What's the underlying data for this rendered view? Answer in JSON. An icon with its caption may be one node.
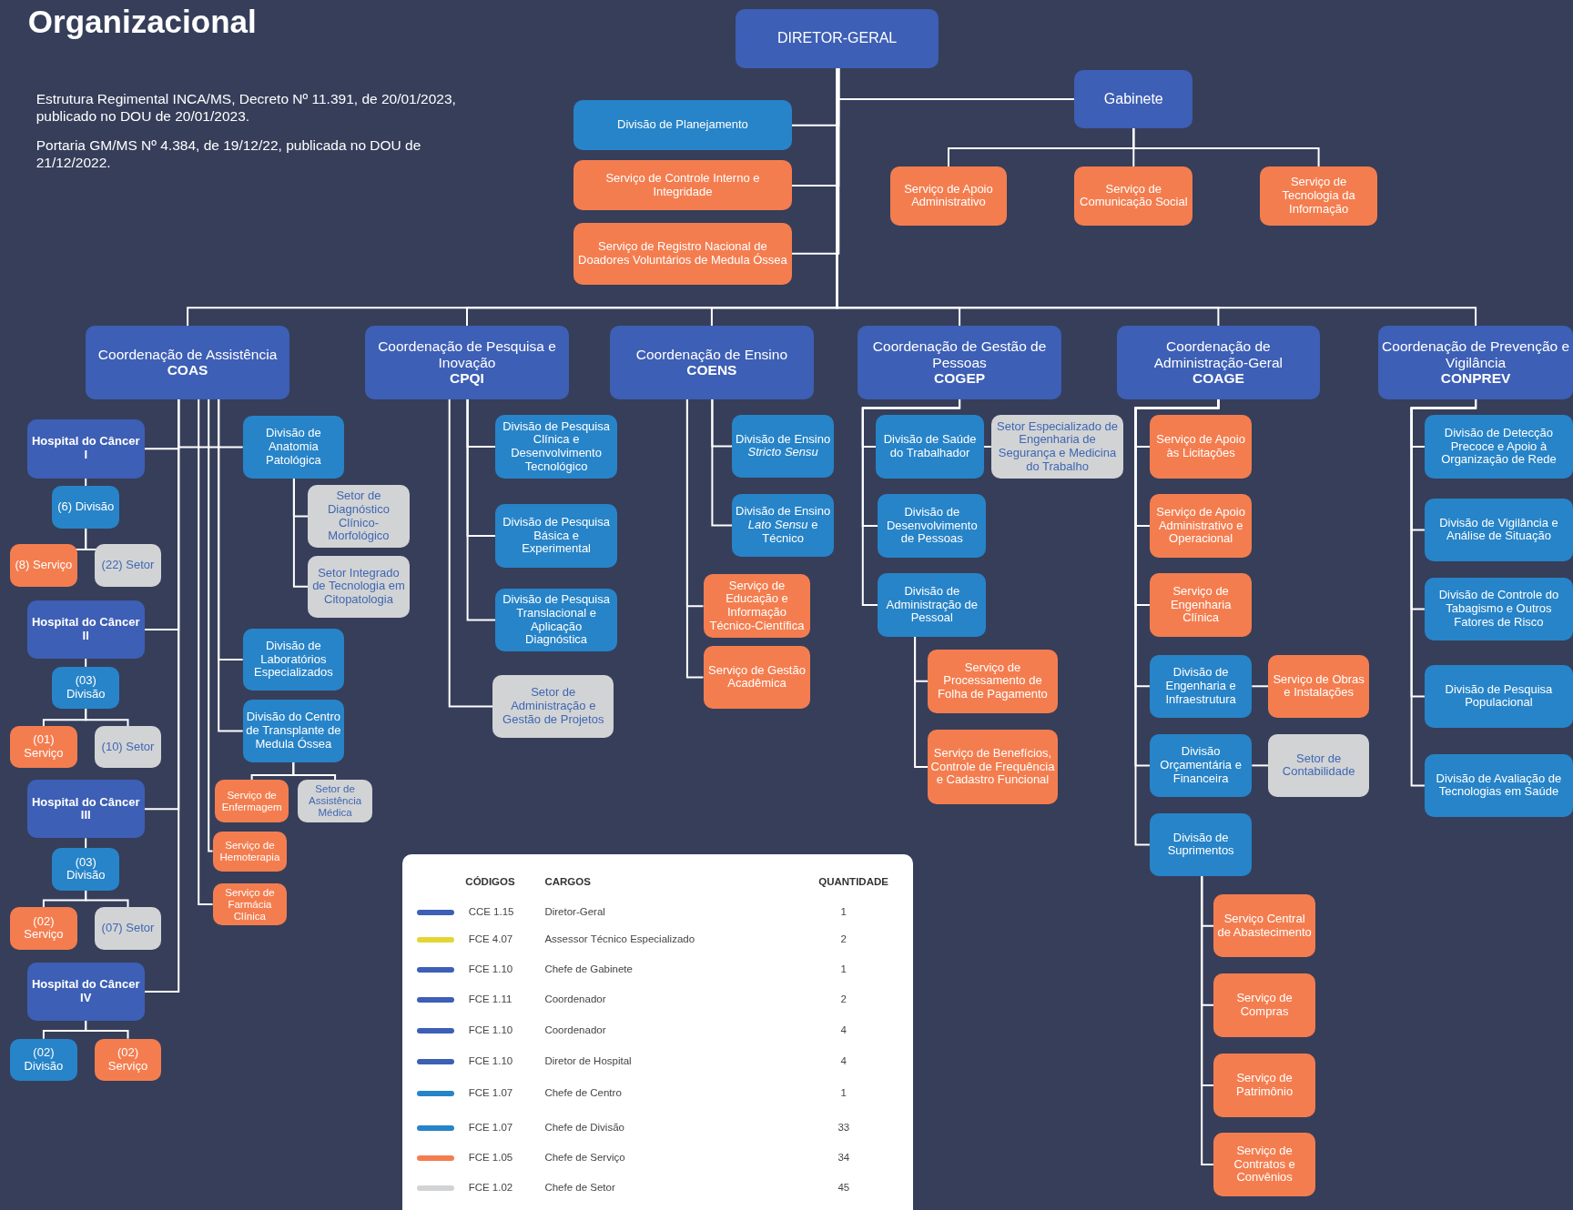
{
  "diagram": {
    "title": "Organizacional",
    "nodes": [
      {
        "text": [
          "DIRETOR-GERAL"
        ]
      },
      {
        "text": [
          "Gabinete"
        ]
      },
      {
        "text": [
          "Divisão de Planejamento"
        ]
      },
      {
        "text": [
          "Serviço de Controle Interno e Integridade"
        ]
      },
      {
        "text": [
          "Serviço de Registro Nacional de Doadores Voluntários de Medula Óssea"
        ]
      },
      {
        "text": [
          "Serviço de Apoio Administrativo"
        ]
      },
      {
        "text": [
          "Serviço de Comunicação Social"
        ]
      },
      {
        "text": [
          "Serviço de Tecnologia da Informação"
        ]
      },
      {
        "text": [
          "Coordenação de Assistência",
          "COAS"
        ]
      },
      {
        "text": [
          "Coordenação de Pesquisa e Inovação",
          "CPQI"
        ]
      },
      {
        "text": [
          "Coordenação de Ensino",
          "COENS"
        ]
      },
      {
        "text": [
          "Coordenação de Gestão de Pessoas",
          "COGEP"
        ]
      },
      {
        "text": [
          "Coordenação de Administração-Geral",
          "COAGE"
        ]
      },
      {
        "text": [
          "Coordenação de Prevenção e Vigilância",
          "CONPREV"
        ]
      },
      {
        "text": [
          "Hospital do Câncer I"
        ]
      },
      {
        "text": [
          "(6) Divisão"
        ]
      },
      {
        "text": [
          "(8) Serviço"
        ]
      },
      {
        "text": [
          "(22) Setor"
        ]
      },
      {
        "text": [
          "Hospital do Câncer II"
        ]
      },
      {
        "text": [
          "(03) Divisão"
        ]
      },
      {
        "text": [
          "(01) Serviço"
        ]
      },
      {
        "text": [
          "(10) Setor"
        ]
      },
      {
        "text": [
          "Hospital do Câncer III"
        ]
      },
      {
        "text": [
          "(03) Divisão"
        ]
      },
      {
        "text": [
          "(02) Serviço"
        ]
      },
      {
        "text": [
          "(07) Setor"
        ]
      },
      {
        "text": [
          "Hospital do Câncer IV"
        ]
      },
      {
        "text": [
          "(02) Divisão"
        ]
      },
      {
        "text": [
          "(02) Serviço"
        ]
      },
      {
        "text": [
          "Divisão de Anatomia Patológica"
        ]
      },
      {
        "text": [
          "Setor de Diagnóstico Clínico-Morfológico"
        ]
      },
      {
        "text": [
          "Setor Integrado de Tecnologia em Citopatologia"
        ]
      },
      {
        "text": [
          "Divisão de Laboratórios Especializados"
        ]
      },
      {
        "text": [
          "Divisão do Centro de Transplante de Medula Óssea"
        ]
      },
      {
        "text": [
          "Serviço de Enfermagem"
        ]
      },
      {
        "text": [
          "Setor de Assistência Médica"
        ]
      },
      {
        "text": [
          "Serviço de Hemoterapia"
        ]
      },
      {
        "text": [
          "Serviço de Farmácia Clínica"
        ]
      },
      {
        "text": [
          "Divisão de Pesquisa Clínica e Desenvolvimento Tecnológico"
        ]
      },
      {
        "text": [
          "Divisão de Pesquisa Básica e Experimental"
        ]
      },
      {
        "text": [
          "Divisão de Pesquisa Translacional e Aplicação Diagnóstica"
        ]
      },
      {
        "text": [
          "Setor de Administração e Gestão de Projetos"
        ]
      },
      {
        "text": [
          "Divisão de Ensino *Stricto Sensu*"
        ]
      },
      {
        "text": [
          "Divisão de Ensino *Lato Sensu* e Técnico"
        ]
      },
      {
        "text": [
          "Serviço de Educação e Informação Técnico-Científica"
        ]
      },
      {
        "text": [
          "Serviço de Gestão Acadêmica"
        ]
      },
      {
        "text": [
          "Divisão de Saúde do Trabalhador"
        ]
      },
      {
        "text": [
          "Setor Especializado de Engenharia de Segurança e Medicina do Trabalho"
        ]
      },
      {
        "text": [
          "Divisão de Desenvolvimento de Pessoas"
        ]
      },
      {
        "text": [
          "Divisão de Administração de Pessoal"
        ]
      },
      {
        "text": [
          "Serviço de Processamento de Folha de Pagamento"
        ]
      },
      {
        "text": [
          "Serviço de Benefícios, Controle de Frequência e Cadastro Funcional"
        ]
      },
      {
        "text": [
          "Serviço de Apoio às Licitações"
        ]
      },
      {
        "text": [
          "Serviço de Apoio Administrativo e Operacional"
        ]
      },
      {
        "text": [
          "Serviço de Engenharia Clínica"
        ]
      },
      {
        "text": [
          "Divisão de Engenharia e Infraestrutura"
        ]
      },
      {
        "text": [
          "Serviço de Obras e Instalações"
        ]
      },
      {
        "text": [
          "Divisão Orçamentária e Financeira"
        ]
      },
      {
        "text": [
          "Setor de Contabilidade"
        ]
      },
      {
        "text": [
          "Divisão de Suprimentos"
        ]
      },
      {
        "text": [
          "Serviço Central de Abastecimento"
        ]
      },
      {
        "text": [
          "Serviço de Compras"
        ]
      },
      {
        "text": [
          "Serviço de Patrimônio"
        ]
      },
      {
        "text": [
          "Serviço de Contratos e Convênios"
        ]
      },
      {
        "text": [
          "Divisão de Detecção Precoce e Apoio à Organização de Rede"
        ]
      },
      {
        "text": [
          "Divisão de Vigilância e Análise de Situação"
        ]
      },
      {
        "text": [
          "Divisão de Controle do Tabagismo e Outros Fatores de Risco"
        ]
      },
      {
        "text": [
          "Divisão de Pesquisa Populacional"
        ]
      },
      {
        "text": [
          "Divisão de Avaliação de Tecnologias em Saúde"
        ]
      }
    ],
    "edges": [
      {
        "from": 0,
        "to": 1,
        "arrow": "none"
      },
      {
        "from": 0,
        "to": 2,
        "arrow": "none"
      },
      {
        "from": 0,
        "to": 3,
        "arrow": "none"
      },
      {
        "from": 0,
        "to": 4,
        "arrow": "none"
      },
      {
        "from": 1,
        "to": 5,
        "arrow": "none"
      },
      {
        "from": 1,
        "to": 6,
        "arrow": "none"
      },
      {
        "from": 1,
        "to": 7,
        "arrow": "none"
      },
      {
        "from": 0,
        "to": 8,
        "arrow": "none"
      },
      {
        "from": 0,
        "to": 9,
        "arrow": "none"
      },
      {
        "from": 0,
        "to": 10,
        "arrow": "none"
      },
      {
        "from": 0,
        "to": 11,
        "arrow": "none"
      },
      {
        "from": 0,
        "to": 12,
        "arrow": "none"
      },
      {
        "from": 0,
        "to": 13,
        "arrow": "none"
      },
      {
        "from": 8,
        "to": 14,
        "arrow": "none"
      },
      {
        "from": 14,
        "to": 15,
        "arrow": "none"
      },
      {
        "from": 15,
        "to": 16,
        "arrow": "none"
      },
      {
        "from": 15,
        "to": 17,
        "arrow": "none"
      },
      {
        "from": 8,
        "to": 18,
        "arrow": "none"
      },
      {
        "from": 18,
        "to": 19,
        "arrow": "none"
      },
      {
        "from": 19,
        "to": 20,
        "arrow": "none"
      },
      {
        "from": 19,
        "to": 21,
        "arrow": "none"
      },
      {
        "from": 8,
        "to": 22,
        "arrow": "none"
      },
      {
        "from": 22,
        "to": 23,
        "arrow": "none"
      },
      {
        "from": 23,
        "to": 24,
        "arrow": "none"
      },
      {
        "from": 23,
        "to": 25,
        "arrow": "none"
      },
      {
        "from": 8,
        "to": 26,
        "arrow": "none"
      },
      {
        "from": 26,
        "to": 27,
        "arrow": "none"
      },
      {
        "from": 26,
        "to": 28,
        "arrow": "none"
      },
      {
        "from": 8,
        "to": 29,
        "arrow": "none"
      },
      {
        "from": 29,
        "to": 30,
        "arrow": "none"
      },
      {
        "from": 29,
        "to": 31,
        "arrow": "none"
      },
      {
        "from": 8,
        "to": 32,
        "arrow": "none"
      },
      {
        "from": 8,
        "to": 33,
        "arrow": "none"
      },
      {
        "from": 33,
        "to": 34,
        "arrow": "none"
      },
      {
        "from": 33,
        "to": 35,
        "arrow": "none"
      },
      {
        "from": 8,
        "to": 36,
        "arrow": "none"
      },
      {
        "from": 8,
        "to": 37,
        "arrow": "none"
      },
      {
        "from": 9,
        "to": 38,
        "arrow": "none"
      },
      {
        "from": 9,
        "to": 39,
        "arrow": "none"
      },
      {
        "from": 9,
        "to": 40,
        "arrow": "none"
      },
      {
        "from": 9,
        "to": 41,
        "arrow": "none"
      },
      {
        "from": 10,
        "to": 42,
        "arrow": "none"
      },
      {
        "from": 10,
        "to": 43,
        "arrow": "none"
      },
      {
        "from": 10,
        "to": 44,
        "arrow": "none"
      },
      {
        "from": 10,
        "to": 45,
        "arrow": "none"
      },
      {
        "from": 11,
        "to": 46,
        "arrow": "none"
      },
      {
        "from": 11,
        "to": 48,
        "arrow": "none"
      },
      {
        "from": 11,
        "to": 49,
        "arrow": "none"
      },
      {
        "from": 46,
        "to": 47,
        "arrow": "none"
      },
      {
        "from": 49,
        "to": 50,
        "arrow": "none"
      },
      {
        "from": 49,
        "to": 51,
        "arrow": "none"
      },
      {
        "from": 12,
        "to": 52,
        "arrow": "none"
      },
      {
        "from": 12,
        "to": 53,
        "arrow": "none"
      },
      {
        "from": 12,
        "to": 54,
        "arrow": "none"
      },
      {
        "from": 12,
        "to": 55,
        "arrow": "none"
      },
      {
        "from": 12,
        "to": 57,
        "arrow": "none"
      },
      {
        "from": 12,
        "to": 59,
        "arrow": "none"
      },
      {
        "from": 55,
        "to": 56,
        "arrow": "none"
      },
      {
        "from": 57,
        "to": 58,
        "arrow": "none"
      },
      {
        "from": 59,
        "to": 60,
        "arrow": "none"
      },
      {
        "from": 59,
        "to": 61,
        "arrow": "none"
      },
      {
        "from": 59,
        "to": 62,
        "arrow": "none"
      },
      {
        "from": 59,
        "to": 63,
        "arrow": "none"
      },
      {
        "from": 13,
        "to": 64,
        "arrow": "none"
      },
      {
        "from": 13,
        "to": 65,
        "arrow": "none"
      },
      {
        "from": 13,
        "to": 66,
        "arrow": "none"
      },
      {
        "from": 13,
        "to": 67,
        "arrow": "none"
      },
      {
        "from": 13,
        "to": 68,
        "arrow": "none"
      }
    ],
    "labels": [
      "Estrutura Regimental INCA/MS, Decreto Nº 11.391, de 20/01/2023, publicado no DOU de 20/01/2023.",
      "Portaria GM/MS Nº 4.384, de 19/12/22, publicada no DOU de 21/12/2022.",
      "CÓDIGOS",
      "CARGOS",
      "QUANTIDADE",
      "Diretor-Geral",
      "1",
      "Assessor Técnico Especializado",
      "2",
      "Chefe de Gabinete",
      "1",
      "Coordenador",
      "2",
      "Coordenador",
      "4",
      "Diretor de Hospital",
      "4",
      "Chefe de Centro",
      "1",
      "Chefe de Divisão",
      "33",
      "Chefe de Serviço",
      "34",
      "Chefe de Setor",
      "45"
    ],
    "legend": [
      {
        "text": "CCE 1.15",
        "color": "#3d5fb5"
      },
      {
        "text": "FCE 4.07",
        "color": "#e3d634"
      },
      {
        "text": "FCE 1.10",
        "color": "#3d5fb5"
      },
      {
        "text": "FCE 1.11",
        "color": "#3d5fb5"
      },
      {
        "text": "FCE 1.10",
        "color": "#3d5fb5"
      },
      {
        "text": "FCE 1.10",
        "color": "#3d5fb5"
      },
      {
        "text": "FCE 1.07",
        "color": "#2784c8"
      },
      {
        "text": "FCE 1.07",
        "color": "#2784c8"
      },
      {
        "text": "FCE 1.05",
        "color": "#f47d4f"
      },
      {
        "text": "FCE 1.02",
        "color": "#d2d3d5"
      }
    ]
  }
}
